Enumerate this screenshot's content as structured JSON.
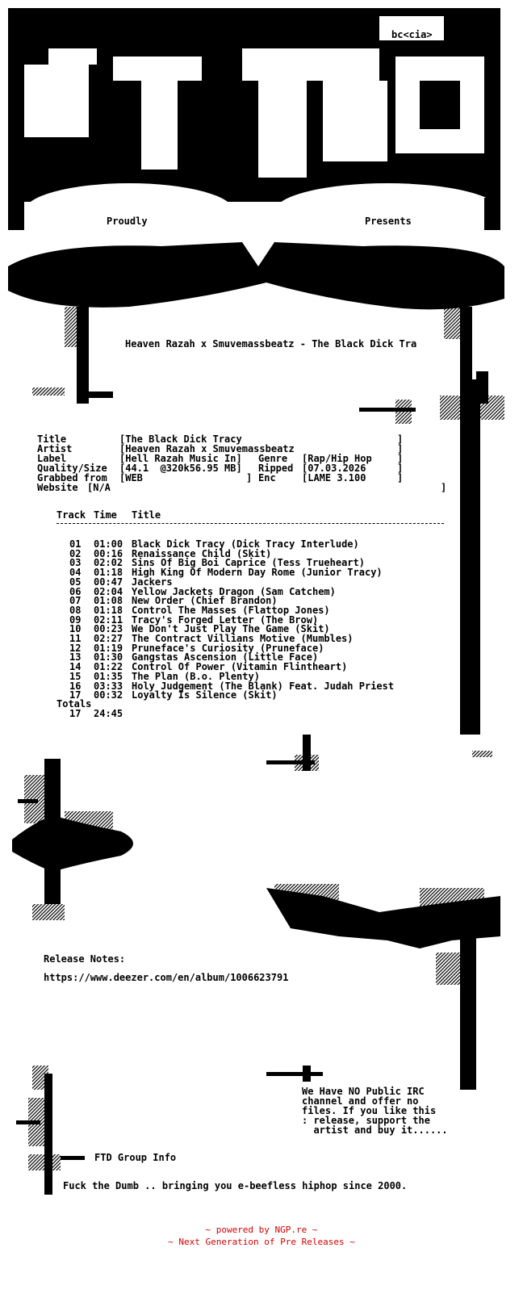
{
  "header": {
    "tag": "bc<cia>",
    "proudly": "Proudly",
    "presents": "Presents",
    "release_title": "Heaven Razah x Smuvemassbeatz - The Black Dick Tra"
  },
  "info": {
    "title_label": "Title",
    "title_value": "[The Black Dick Tracy",
    "artist_label": "Artist",
    "artist_value": "[Heaven Razah x Smuvemassbeatz",
    "label_label": "Label",
    "label_value": "[Hell Razah Music In]",
    "genre_label": "Genre",
    "genre_value": "[Rap/Hip Hop",
    "quality_label": "Quality/Size",
    "quality_value": "[44.1  @320k56.95 MB]",
    "ripped_label": "Ripped",
    "ripped_value": "[07.03.2026",
    "grabbed_label": "Grabbed from",
    "grabbed_value": "[WEB",
    "enc_label": "Enc",
    "enc_value": "[LAME 3.100",
    "website_label": "Website",
    "website_value": "[N/A"
  },
  "tracklist": {
    "header_track": "Track",
    "header_time": "Time",
    "header_title": "Title",
    "tracks": [
      {
        "n": "01",
        "time": "01:00",
        "title": "Black Dick Tracy (Dick Tracy Interlude)"
      },
      {
        "n": "02",
        "time": "00:16",
        "title": "Renaissance Child (Skit)"
      },
      {
        "n": "03",
        "time": "02:02",
        "title": "Sins Of Big Boi Caprice (Tess Trueheart)"
      },
      {
        "n": "04",
        "time": "01:18",
        "title": "High King Of Modern Day Rome (Junior Tracy)"
      },
      {
        "n": "05",
        "time": "00:47",
        "title": "Jackers"
      },
      {
        "n": "06",
        "time": "02:04",
        "title": "Yellow Jackets Dragon (Sam Catchem)"
      },
      {
        "n": "07",
        "time": "01:08",
        "title": "New Order (Chief Brandon)"
      },
      {
        "n": "08",
        "time": "01:18",
        "title": "Control The Masses (Flattop Jones)"
      },
      {
        "n": "09",
        "time": "02:11",
        "title": "Tracy's Forged Letter (The Brow)"
      },
      {
        "n": "10",
        "time": "00:23",
        "title": "We Don't Just Play The Game (Skit)"
      },
      {
        "n": "11",
        "time": "02:27",
        "title": "The Contract Villians Motive (Mumbles)"
      },
      {
        "n": "12",
        "time": "01:19",
        "title": "Pruneface's Curiosity (Pruneface)"
      },
      {
        "n": "13",
        "time": "01:30",
        "title": "Gangstas Ascension (Little Face)"
      },
      {
        "n": "14",
        "time": "01:22",
        "title": "Control Of Power (Vitamin Flintheart)"
      },
      {
        "n": "15",
        "time": "01:35",
        "title": "The Plan (B.o. Plenty)"
      },
      {
        "n": "16",
        "time": "03:33",
        "title": "Holy Judgement (The Blank) Feat. Judah Priest"
      },
      {
        "n": "17",
        "time": "00:32",
        "title": "Loyalty Is Silence (Skit)"
      }
    ],
    "totals_label": "Totals",
    "totals_count": "17",
    "totals_time": "24:45"
  },
  "notes": {
    "label": "Release Notes:",
    "url": "https://www.deezer.com/en/album/1006623791"
  },
  "irc": {
    "lines": [
      "We Have NO Public IRC",
      "channel and offer no",
      "files. If you like this",
      ": release, support the",
      "  artist and buy it......"
    ]
  },
  "group": {
    "info_label": "FTD Group Info",
    "slogan": "Fuck the Dumb .. bringing you e-beefless hiphop since 2000."
  },
  "footer": {
    "line1": "~ powered by NGP.re ~",
    "line2": "~ Next Generation of Pre Releases ~"
  },
  "colors": {
    "ink": "#000000",
    "hatch": "#555555",
    "footer": "#d40000"
  }
}
